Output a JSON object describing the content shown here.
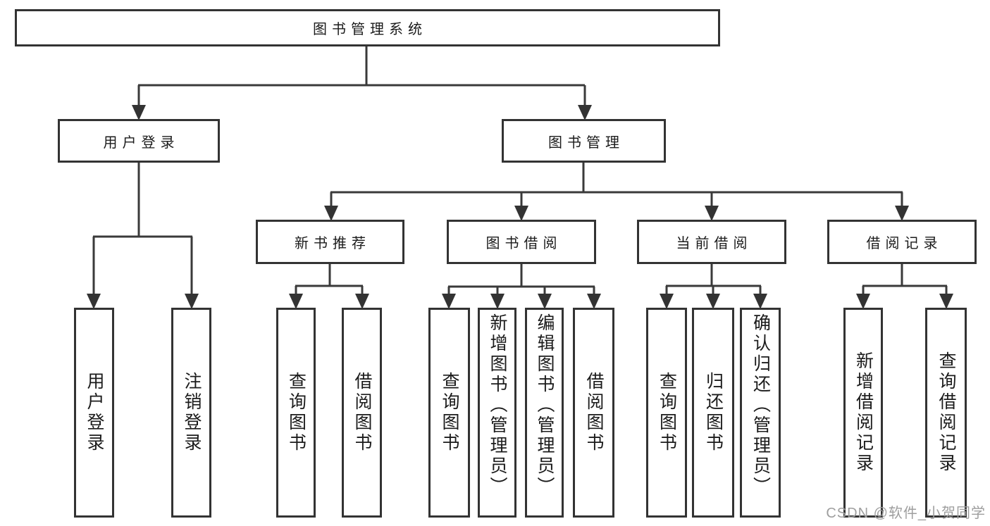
{
  "tree": {
    "root": "图书管理系统",
    "children": [
      {
        "label": "用户登录",
        "children": [
          "用户登录",
          "注销登录"
        ]
      },
      {
        "label": "图书管理",
        "children": [
          {
            "label": "新书推荐",
            "children": [
              "查询图书",
              "借阅图书"
            ]
          },
          {
            "label": "图书借阅",
            "children": [
              "查询图书",
              "新增图书（管理员）",
              "编辑图书（管理员）",
              "借阅图书"
            ]
          },
          {
            "label": "当前借阅",
            "children": [
              "查询图书",
              "归还图书",
              "确认归还（管理员）"
            ]
          },
          {
            "label": "借阅记录",
            "children": [
              "新增借阅记录",
              "查询借阅记录"
            ]
          }
        ]
      }
    ]
  },
  "watermark": "CSDN @软件_小贺同学",
  "colors": {
    "line": "#3a3a3a",
    "box_border": "#333333",
    "box_fill": "#ffffff",
    "text": "#1b1b1b",
    "watermark": "#9e9e9e",
    "background": "#ffffff"
  }
}
